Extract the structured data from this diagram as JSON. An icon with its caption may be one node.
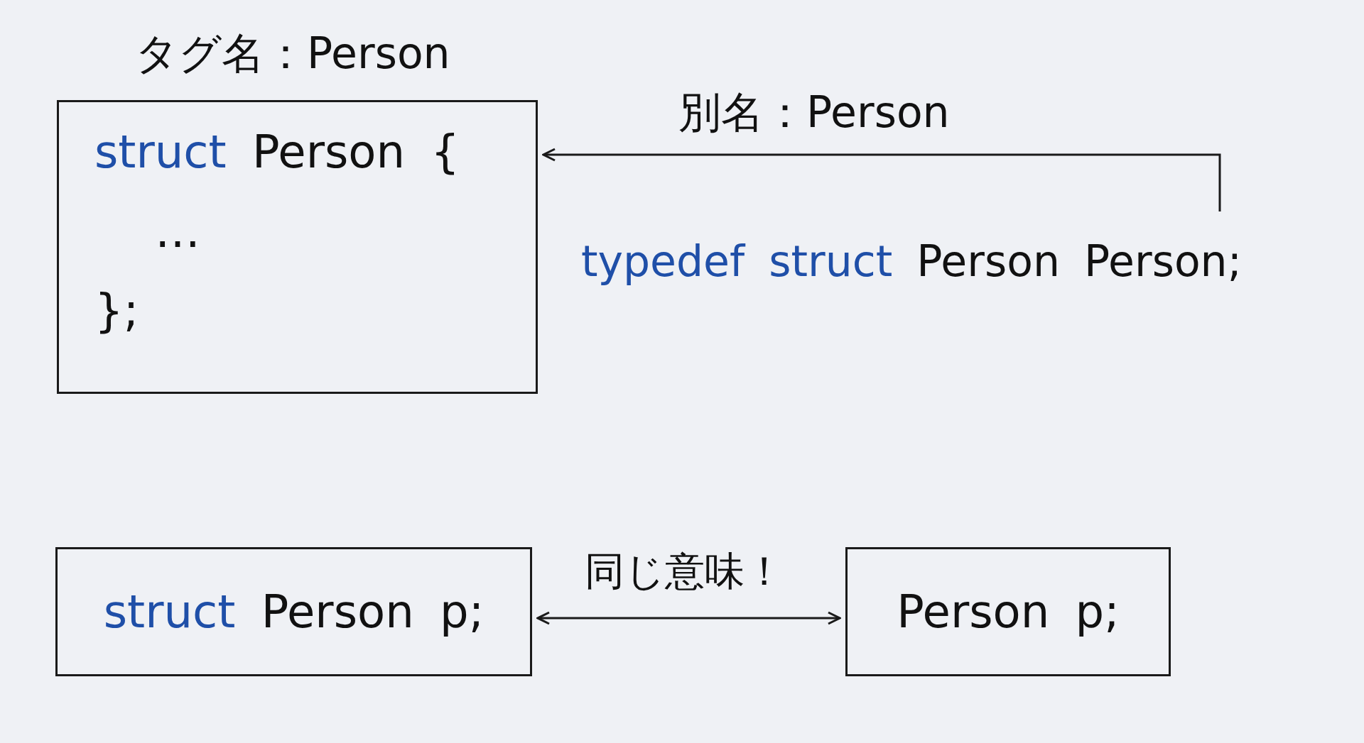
{
  "diagram": {
    "nodes": [
      {
        "text": [
          "タグ名：Person",
          "struct Person {",
          "…",
          "};"
        ]
      },
      {
        "text": [
          "typedef struct Person Person;"
        ]
      },
      {
        "text": [
          "struct Person p;"
        ]
      },
      {
        "text": [
          "Person p;"
        ]
      }
    ],
    "edges": [
      {
        "from": 1,
        "to": 0,
        "arrow": "to",
        "label": "別名：Person"
      },
      {
        "from": 2,
        "to": 3,
        "arrow": "both",
        "label": "同じ意味！"
      }
    ]
  }
}
